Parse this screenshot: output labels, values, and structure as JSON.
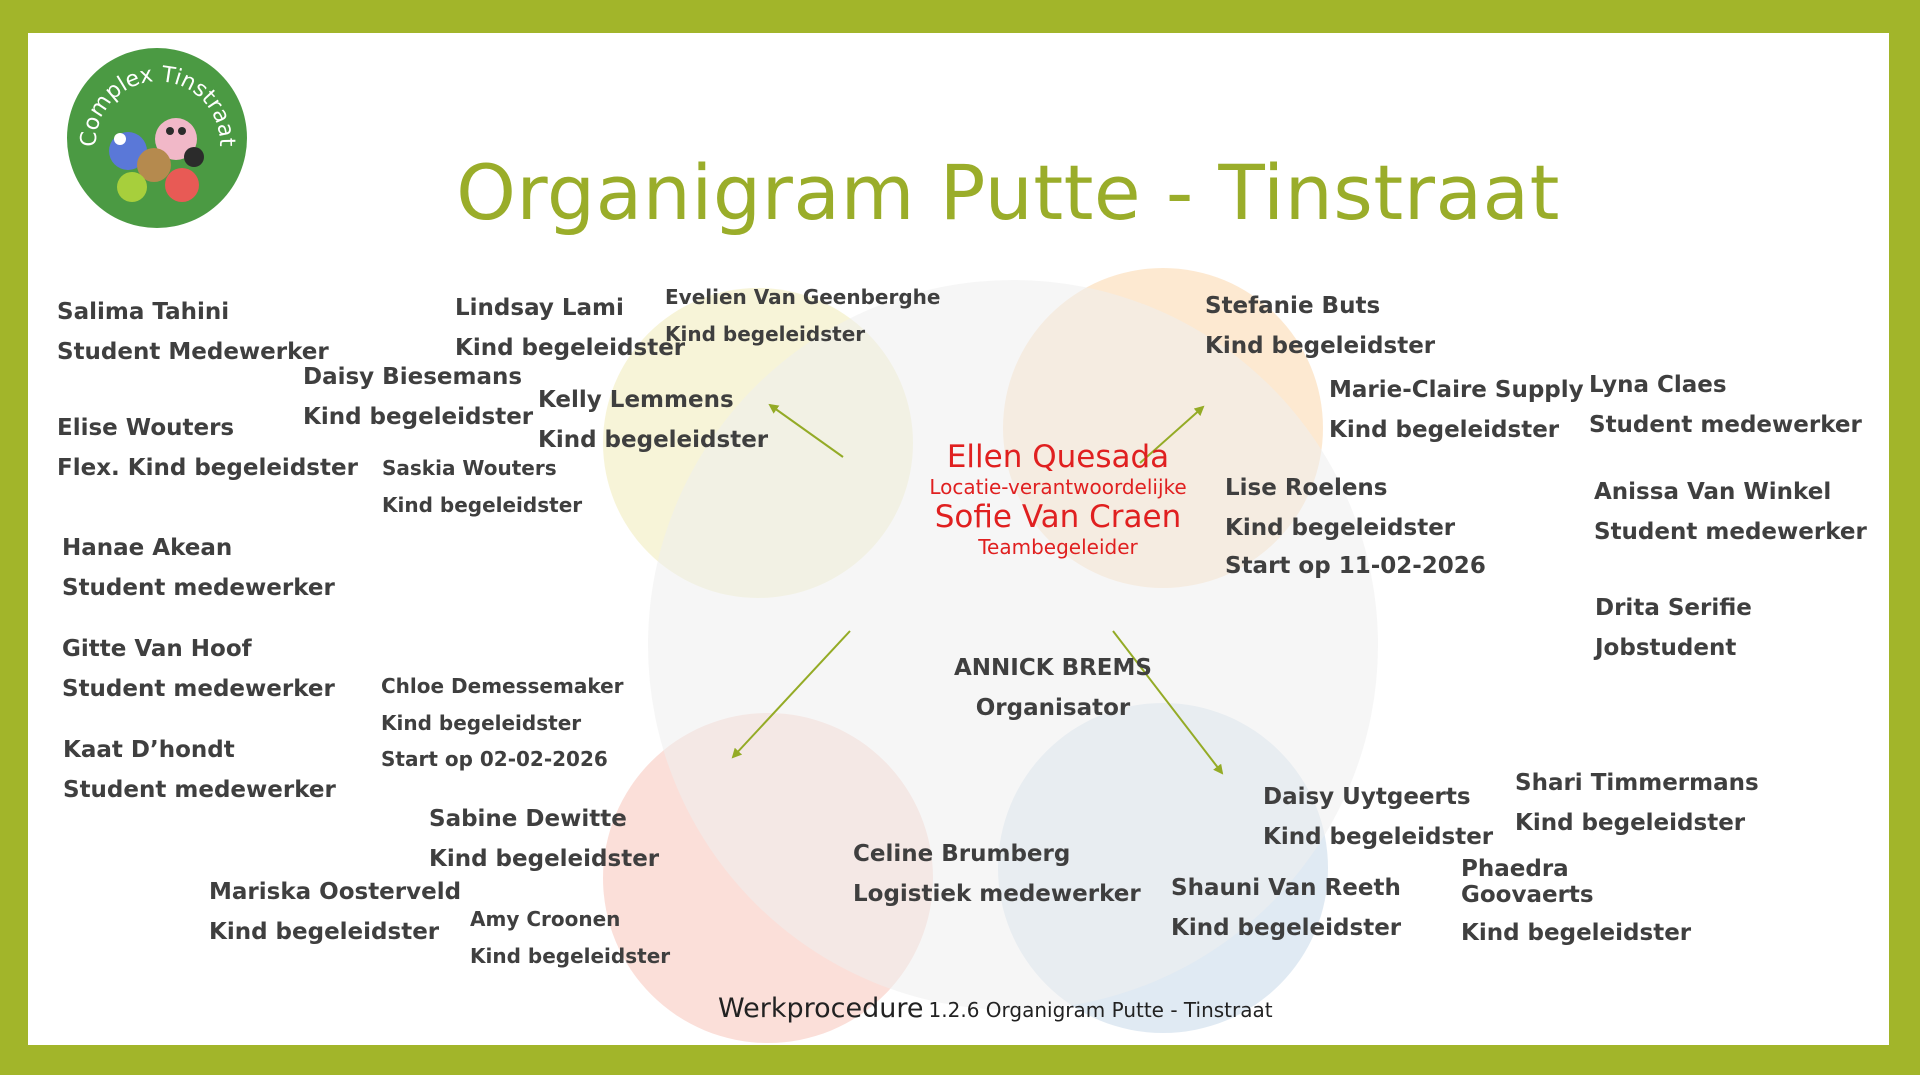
{
  "title": "Organigram Putte - Tinstraat",
  "logo_text": "Complex Tinstraat",
  "center": {
    "manager_name": "Ellen Quesada",
    "manager_role": "Locatie-verantwoordelijke",
    "team_name": "Sofie Van Craen",
    "team_role": "Teambegeleider",
    "organizer_name": "ANNICK BREMS",
    "organizer_role": "Organisator"
  },
  "people": {
    "salima": {
      "name": "Salima Tahini",
      "role": "Student Medewerker"
    },
    "elise": {
      "name": "Elise Wouters",
      "role": "Flex. Kind begeleidster"
    },
    "hanae": {
      "name": "Hanae Akean",
      "role": "Student medewerker"
    },
    "gitte": {
      "name": "Gitte Van Hoof",
      "role": "Student medewerker"
    },
    "kaat": {
      "name": "Kaat D’hondt",
      "role": "Student medewerker"
    },
    "lindsay": {
      "name": "Lindsay Lami",
      "role": "Kind begeleidster"
    },
    "daisy_b": {
      "name": "Daisy Biesemans",
      "role": "Kind begeleidster"
    },
    "evelien": {
      "name": "Evelien Van Geenberghe",
      "role": "Kind begeleidster"
    },
    "kelly": {
      "name": "Kelly Lemmens",
      "role": "Kind begeleidster"
    },
    "saskia": {
      "name": "Saskia Wouters",
      "role": "Kind begeleidster"
    },
    "chloe": {
      "name": "Chloe Demessemaker",
      "role": "Kind begeleidster",
      "start": "Start op 02-02-2026"
    },
    "sabine": {
      "name": "Sabine Dewitte",
      "role": "Kind begeleidster"
    },
    "mariska": {
      "name": "Mariska Oosterveld",
      "role": "Kind begeleidster"
    },
    "amy": {
      "name": "Amy Croonen",
      "role": "Kind begeleidster"
    },
    "celine": {
      "name": "Celine Brumberg",
      "role": "Logistiek medewerker"
    },
    "stefanie": {
      "name": "Stefanie Buts",
      "role": "Kind begeleidster"
    },
    "marie": {
      "name": "Marie-Claire Supply",
      "role": "Kind begeleidster"
    },
    "lise": {
      "name": "Lise Roelens",
      "role": "Kind begeleidster",
      "start": "Start op 11-02-2026"
    },
    "lyna": {
      "name": "Lyna Claes",
      "role": "Student medewerker"
    },
    "anissa": {
      "name": "Anissa Van Winkel",
      "role": "Student medewerker"
    },
    "drita": {
      "name": "Drita Serifie",
      "role": "Jobstudent"
    },
    "daisy_u": {
      "name": "Daisy Uytgeerts",
      "role": "Kind begeleidster"
    },
    "shari": {
      "name": "Shari Timmermans",
      "role": "Kind begeleidster"
    },
    "shauni": {
      "name": "Shauni Van Reeth",
      "role": "Kind begeleidster"
    },
    "phaedra": {
      "name": "Phaedra Goovaerts",
      "role": "Kind begeleidster"
    }
  },
  "footer": {
    "main": "Werkprocedure",
    "detail": "1.2.6 Organigram Putte - Tinstraat"
  },
  "colors": {
    "frame": "#a2b52a",
    "title": "#9aad2a",
    "accent_red": "#e02020",
    "circle_yellow": "#f4f0c8",
    "circle_orange": "#fce1c2",
    "circle_red": "#f9d4cc",
    "circle_blue": "#d8e5f0",
    "arrow": "#94ab26"
  }
}
